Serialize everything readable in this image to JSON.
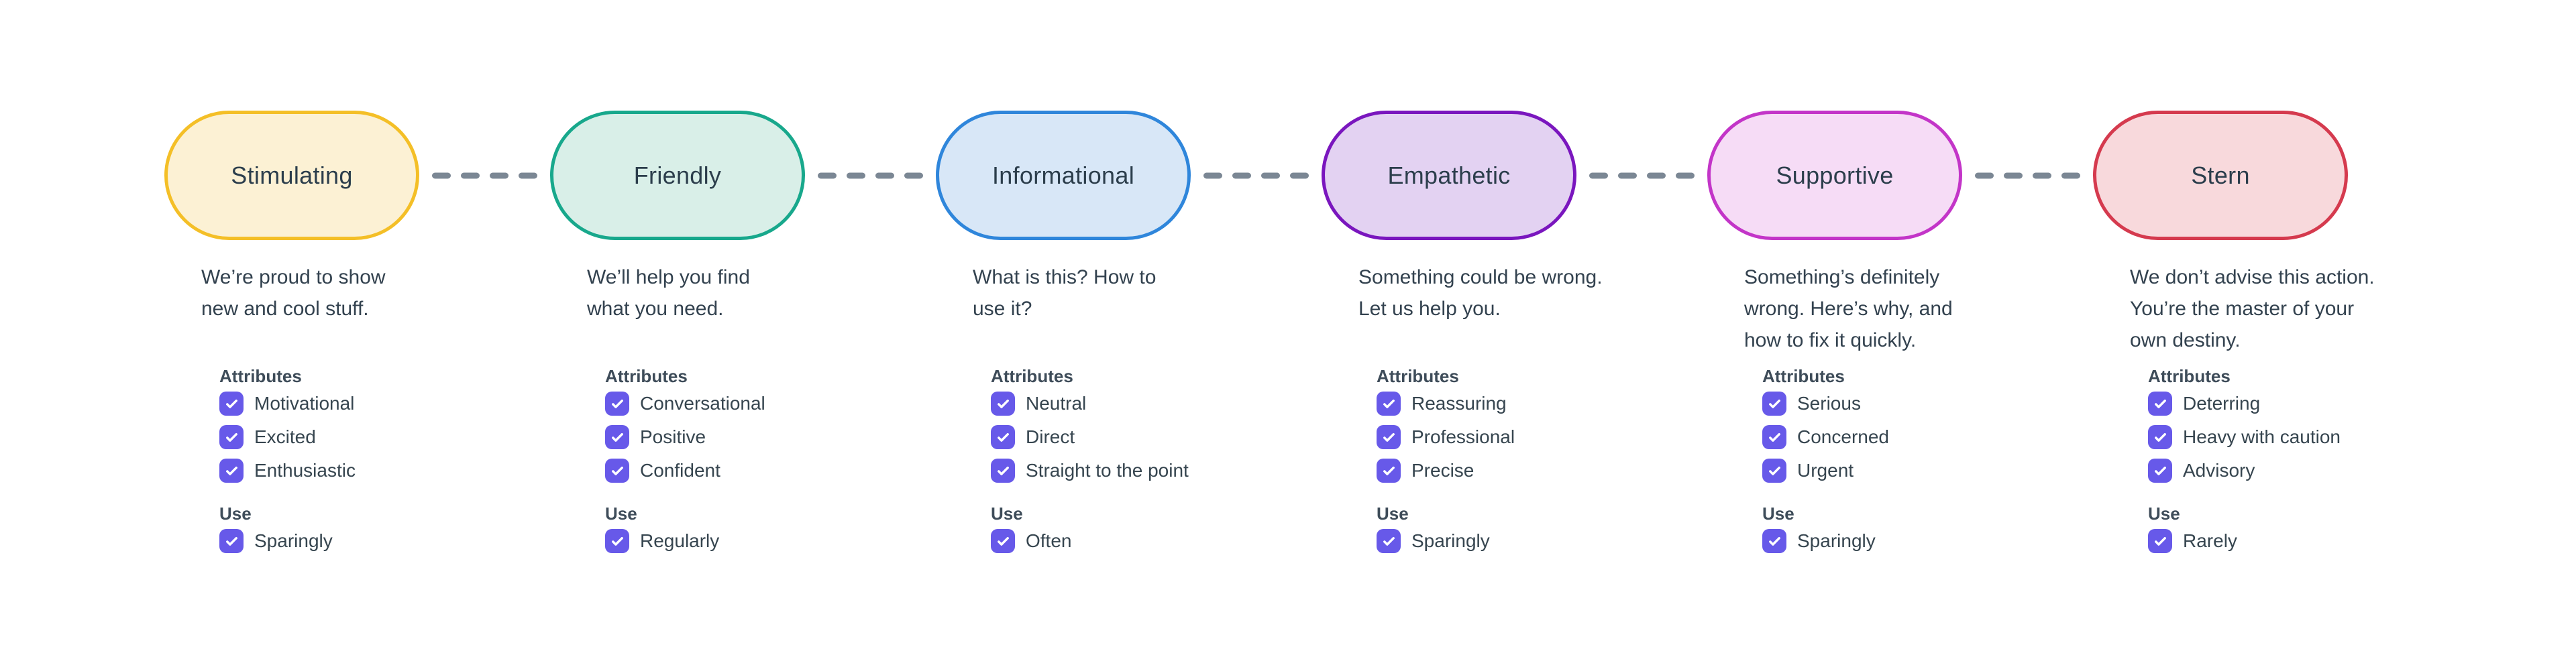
{
  "palette": {
    "checkbox_fill": "#6759E9",
    "connector_dash": "#7B8794",
    "title_text": "#2C3E4C",
    "body_text": "#33424F"
  },
  "labels": {
    "attributes": "Attributes",
    "use": "Use"
  },
  "tones": [
    {
      "name": "Stimulating",
      "border_color": "#F4BF27",
      "fill_color": "#FCF1D4",
      "description": "We’re proud to show\nnew and cool stuff.",
      "attributes": [
        "Motivational",
        "Excited",
        "Enthusiastic"
      ],
      "use": "Sparingly"
    },
    {
      "name": "Friendly",
      "border_color": "#18A88C",
      "fill_color": "#D9EFE8",
      "description": "We’ll help you find\nwhat you need.",
      "attributes": [
        "Conversational",
        "Positive",
        "Confident"
      ],
      "use": "Regularly"
    },
    {
      "name": "Informational",
      "border_color": "#2F86DB",
      "fill_color": "#D8E7F7",
      "description": "What is this? How to\nuse it?",
      "attributes": [
        "Neutral",
        "Direct",
        "Straight to the point"
      ],
      "use": "Often"
    },
    {
      "name": "Empathetic",
      "border_color": "#7A16BE",
      "fill_color": "#E3D2F2",
      "description": "Something could be wrong.\nLet us help you.",
      "attributes": [
        "Reassuring",
        "Professional",
        "Precise"
      ],
      "use": "Sparingly"
    },
    {
      "name": "Supportive",
      "border_color": "#C335C8",
      "fill_color": "#F6DCF6",
      "description": "Something’s definitely\nwrong. Here’s why, and\nhow to fix it quickly.",
      "attributes": [
        "Serious",
        "Concerned",
        "Urgent"
      ],
      "use": "Sparingly"
    },
    {
      "name": "Stern",
      "border_color": "#D53A4E",
      "fill_color": "#F8D9DC",
      "description": "We don’t advise this action.\nYou’re the master of your\nown destiny.",
      "attributes": [
        "Deterring",
        "Heavy with caution",
        "Advisory"
      ],
      "use": "Rarely"
    }
  ]
}
